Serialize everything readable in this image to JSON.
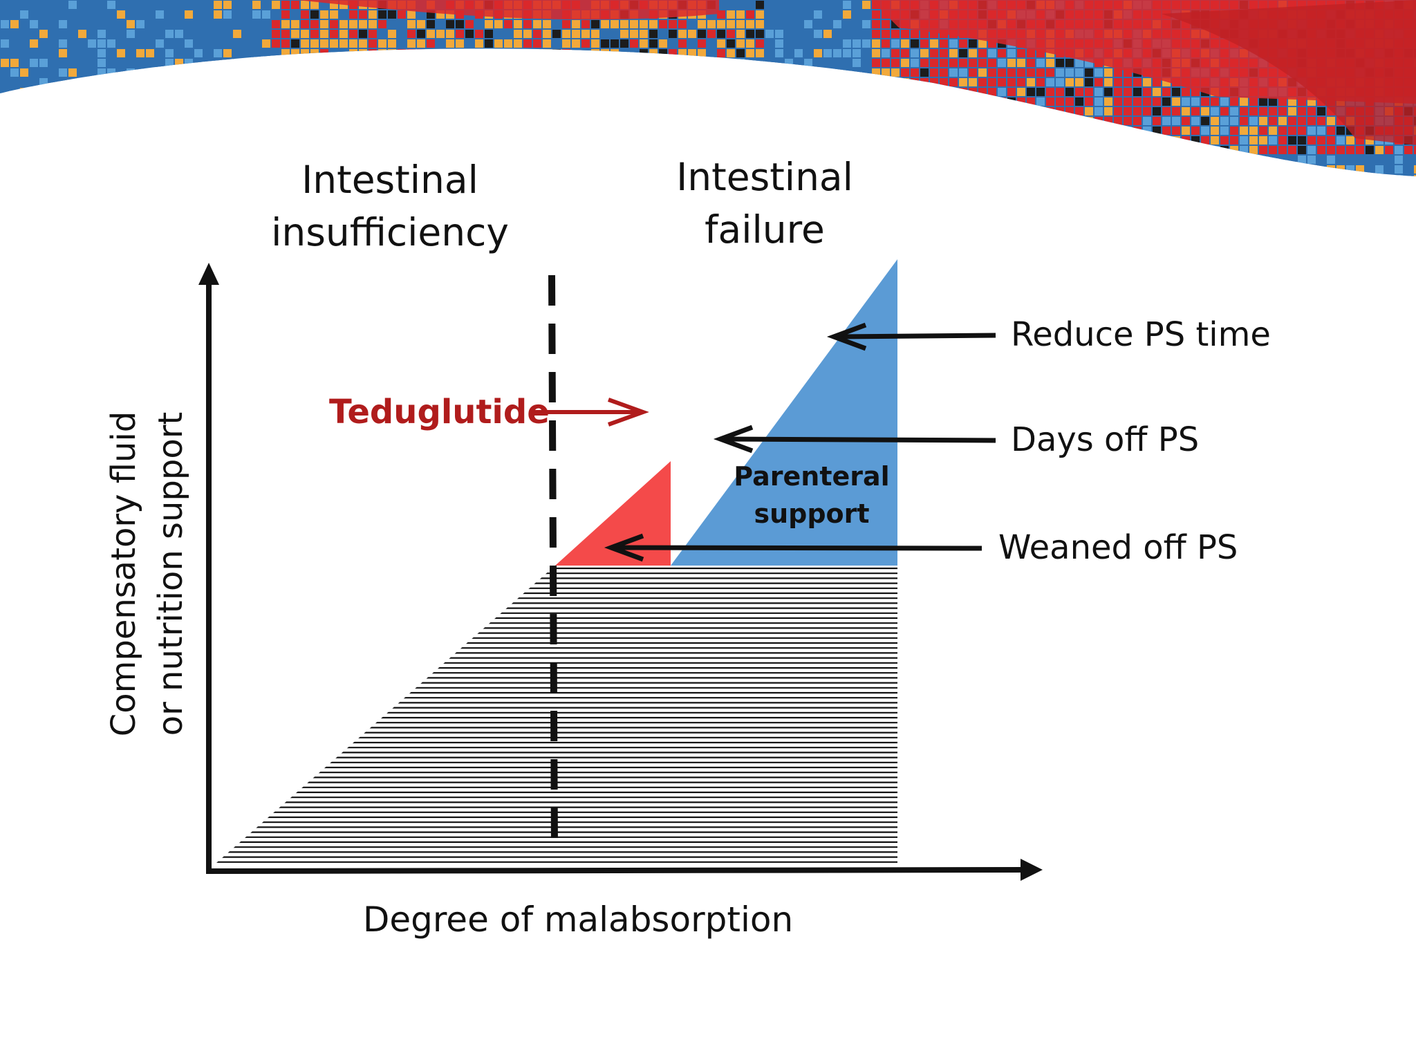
{
  "header_decoration": {
    "name": "mosaic-banner",
    "colors": [
      "#2f6fb0",
      "#d9282b",
      "#f2a93b",
      "#1c1c1c",
      "#5aa0d8"
    ]
  },
  "zones": {
    "left_label_line1": "Intestinal",
    "left_label_line2": "insufficiency",
    "right_label_line1": "Intestinal",
    "right_label_line2": "failure"
  },
  "axes": {
    "y_label_line1": "Compensatory fluid",
    "y_label_line2": "or nutrition support",
    "x_label": "Degree of malabsorption"
  },
  "therapy": {
    "label": "Teduglutide",
    "color": "#b01c1c"
  },
  "region": {
    "label_line1": "Parenteral",
    "label_line2": "support",
    "color": "#5b9bd5"
  },
  "outcome_region_color": "#f44a4a",
  "outcomes": [
    {
      "label": "Reduce PS time"
    },
    {
      "label": "Days off PS"
    },
    {
      "label": "Weaned off PS"
    }
  ]
}
